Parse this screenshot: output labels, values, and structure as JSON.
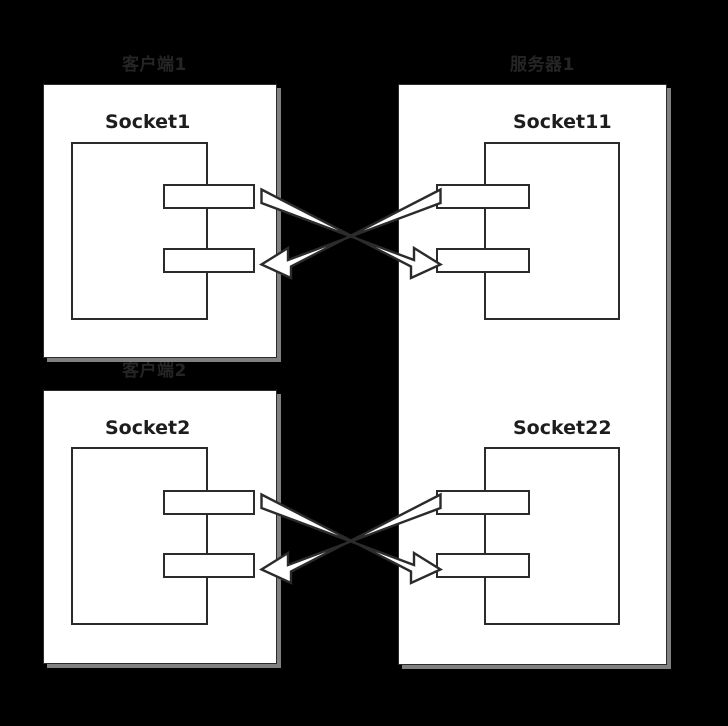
{
  "diagram": {
    "title": "Socket client-server connection diagram",
    "background_color": "#000000",
    "panel_fill": "#ffffff",
    "stroke_color": "#2b2b2b",
    "caption_color": "#252525",
    "shadow_color": "#969696"
  },
  "captions": {
    "client1": "客户端1",
    "client2": "客户端2",
    "server": "服务器1"
  },
  "panels": [
    {
      "id": "client1",
      "title": "Socket1",
      "caption": "客户端1",
      "side": "left"
    },
    {
      "id": "client2",
      "title": "Socket2",
      "caption": "客户端2",
      "side": "left"
    },
    {
      "id": "server",
      "title_top": "Socket11",
      "title_bottom": "Socket22",
      "caption": "服务器1",
      "side": "right"
    }
  ],
  "sockets": {
    "socket1": "Socket1",
    "socket2": "Socket2",
    "socket11": "Socket11",
    "socket22": "Socket22"
  },
  "ports": {
    "socket1_out": "",
    "socket1_in": "",
    "socket2_out": "",
    "socket2_in": "",
    "socket11_in": "",
    "socket11_out": "",
    "socket22_in": "",
    "socket22_out": ""
  },
  "connections": [
    {
      "id": "c1-send",
      "from": "socket1_out",
      "to": "socket11_in",
      "direction": "left-to-right",
      "label": ""
    },
    {
      "id": "c1-recv",
      "from": "socket11_out",
      "to": "socket1_in",
      "direction": "right-to-left",
      "label": ""
    },
    {
      "id": "c2-send",
      "from": "socket2_out",
      "to": "socket22_in",
      "direction": "left-to-right",
      "label": ""
    },
    {
      "id": "c2-recv",
      "from": "socket22_out",
      "to": "socket2_in",
      "direction": "right-to-left",
      "label": ""
    }
  ]
}
